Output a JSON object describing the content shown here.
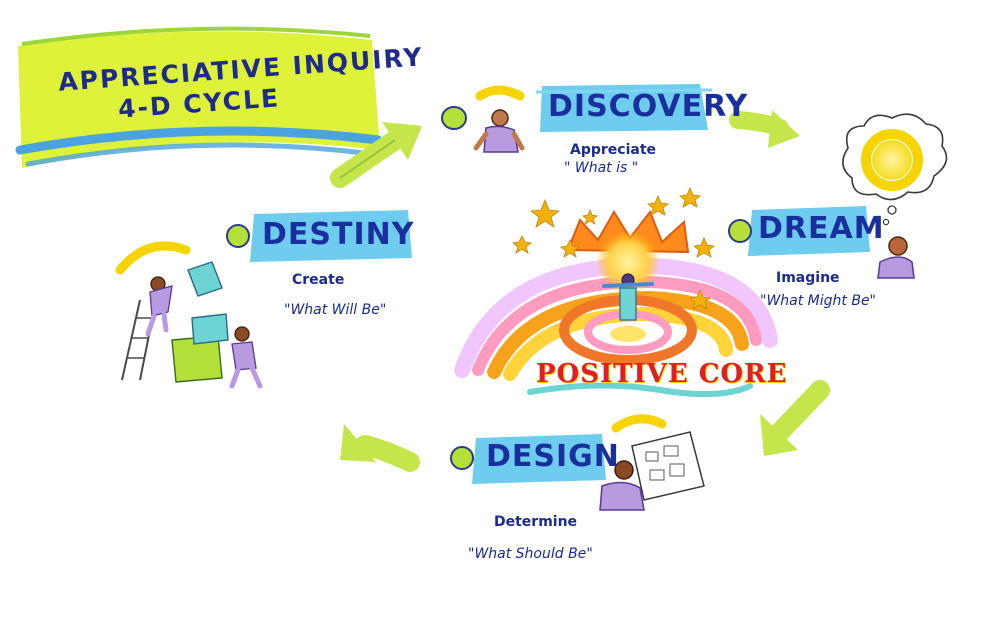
{
  "title": {
    "line1": "APPRECIATIVE INQUIRY",
    "line2": "4-D CYCLE"
  },
  "center": {
    "label": "POSITIVE CORE"
  },
  "stages": {
    "discovery": {
      "name": "DISCOVERY",
      "verb": "Appreciate",
      "phrase": "\" What is \""
    },
    "dream": {
      "name": "DREAM",
      "verb": "Imagine",
      "phrase": "\"What Might Be\""
    },
    "design": {
      "name": "DESIGN",
      "verb": "Determine",
      "phrase": "\"What Should Be\""
    },
    "destiny": {
      "name": "DESTINY",
      "verb": "Create",
      "phrase": "\"What Will Be\""
    }
  },
  "colors": {
    "label_banner": "#5ec6ec",
    "title_banner": "#dff23a",
    "arrow": "#c4e64a",
    "text_blue": "#1a2f9e",
    "core_red": "#e01f25",
    "swirl_orange": "#f7a21b",
    "figure_purple": "#b89ae0",
    "block_teal": "#6dd3d3"
  },
  "icons": [
    "sun-icon",
    "thought-bubble-icon",
    "person-icon",
    "blocks-icon",
    "ladder-icon",
    "stars-icon",
    "arrow-icon"
  ]
}
